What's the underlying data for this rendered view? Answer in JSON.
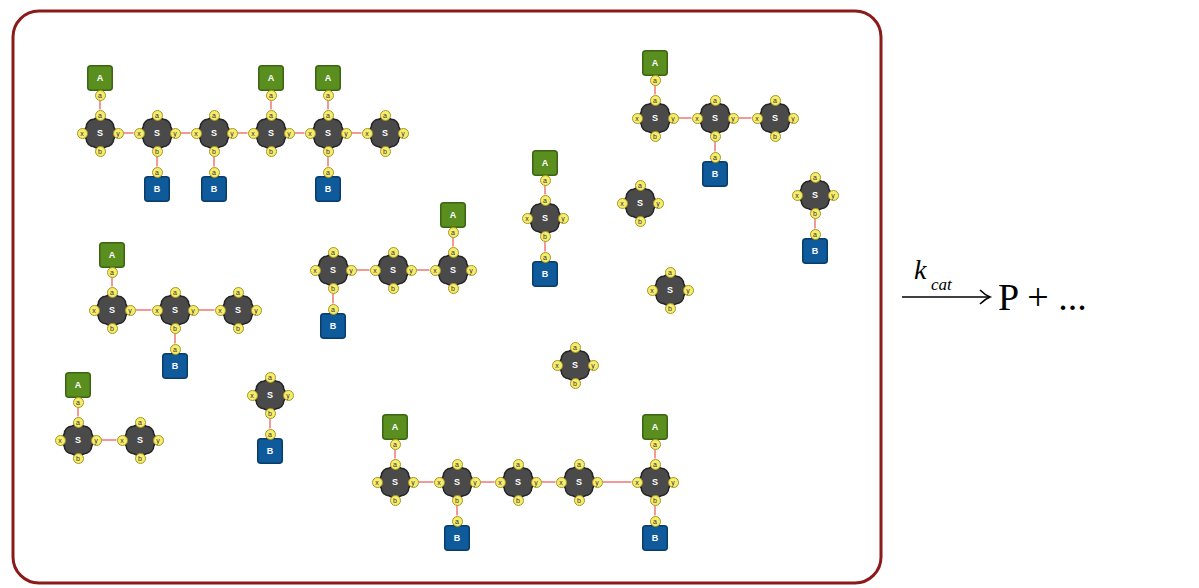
{
  "diagram": {
    "nodes": [
      {
        "text": [
          "A"
        ]
      },
      {
        "text": [
          "a"
        ],
        "in": 0
      },
      {
        "text": [
          "S"
        ]
      },
      {
        "text": [
          "a"
        ],
        "in": 2
      },
      {
        "text": [
          "x"
        ],
        "in": 2
      },
      {
        "text": [
          "y"
        ],
        "in": 2
      },
      {
        "text": [
          "b"
        ],
        "in": 2
      },
      {
        "text": [
          "S"
        ]
      },
      {
        "text": [
          "a"
        ],
        "in": 7
      },
      {
        "text": [
          "x"
        ],
        "in": 7
      },
      {
        "text": [
          "y"
        ],
        "in": 7
      },
      {
        "text": [
          "b"
        ],
        "in": 7
      },
      {
        "text": [
          "B"
        ]
      },
      {
        "text": [
          "a"
        ],
        "in": 12
      },
      {
        "text": [
          "S"
        ]
      },
      {
        "text": [
          "a"
        ],
        "in": 14
      },
      {
        "text": [
          "x"
        ],
        "in": 14
      },
      {
        "text": [
          "y"
        ],
        "in": 14
      },
      {
        "text": [
          "b"
        ],
        "in": 14
      },
      {
        "text": [
          "B"
        ]
      },
      {
        "text": [
          "a"
        ],
        "in": 19
      },
      {
        "text": [
          "A"
        ]
      },
      {
        "text": [
          "a"
        ],
        "in": 21
      },
      {
        "text": [
          "S"
        ]
      },
      {
        "text": [
          "a"
        ],
        "in": 23
      },
      {
        "text": [
          "x"
        ],
        "in": 23
      },
      {
        "text": [
          "y"
        ],
        "in": 23
      },
      {
        "text": [
          "b"
        ],
        "in": 23
      },
      {
        "text": [
          "A"
        ]
      },
      {
        "text": [
          "a"
        ],
        "in": 28
      },
      {
        "text": [
          "S"
        ]
      },
      {
        "text": [
          "a"
        ],
        "in": 30
      },
      {
        "text": [
          "x"
        ],
        "in": 30
      },
      {
        "text": [
          "y"
        ],
        "in": 30
      },
      {
        "text": [
          "b"
        ],
        "in": 30
      },
      {
        "text": [
          "B"
        ]
      },
      {
        "text": [
          "a"
        ],
        "in": 35
      },
      {
        "text": [
          "S"
        ]
      },
      {
        "text": [
          "a"
        ],
        "in": 37
      },
      {
        "text": [
          "x"
        ],
        "in": 37
      },
      {
        "text": [
          "y"
        ],
        "in": 37
      },
      {
        "text": [
          "b"
        ],
        "in": 37
      },
      {
        "text": [
          "A"
        ]
      },
      {
        "text": [
          "a"
        ],
        "in": 42
      },
      {
        "text": [
          "S"
        ]
      },
      {
        "text": [
          "a"
        ],
        "in": 44
      },
      {
        "text": [
          "x"
        ],
        "in": 44
      },
      {
        "text": [
          "y"
        ],
        "in": 44
      },
      {
        "text": [
          "b"
        ],
        "in": 44
      },
      {
        "text": [
          "S"
        ]
      },
      {
        "text": [
          "a"
        ],
        "in": 49
      },
      {
        "text": [
          "x"
        ],
        "in": 49
      },
      {
        "text": [
          "y"
        ],
        "in": 49
      },
      {
        "text": [
          "b"
        ],
        "in": 49
      },
      {
        "text": [
          "B"
        ]
      },
      {
        "text": [
          "a"
        ],
        "in": 54
      },
      {
        "text": [
          "S"
        ]
      },
      {
        "text": [
          "a"
        ],
        "in": 56
      },
      {
        "text": [
          "x"
        ],
        "in": 56
      },
      {
        "text": [
          "y"
        ],
        "in": 56
      },
      {
        "text": [
          "b"
        ],
        "in": 56
      },
      {
        "text": [
          "A"
        ]
      },
      {
        "text": [
          "a"
        ],
        "in": 61
      },
      {
        "text": [
          "S"
        ]
      },
      {
        "text": [
          "a"
        ],
        "in": 63
      },
      {
        "text": [
          "x"
        ],
        "in": 63
      },
      {
        "text": [
          "y"
        ],
        "in": 63
      },
      {
        "text": [
          "b"
        ],
        "in": 63
      },
      {
        "text": [
          "B"
        ]
      },
      {
        "text": [
          "a"
        ],
        "in": 68
      },
      {
        "text": [
          "S"
        ]
      },
      {
        "text": [
          "a"
        ],
        "in": 70
      },
      {
        "text": [
          "x"
        ],
        "in": 70
      },
      {
        "text": [
          "y"
        ],
        "in": 70
      },
      {
        "text": [
          "b"
        ],
        "in": 70
      },
      {
        "text": [
          "S"
        ]
      },
      {
        "text": [
          "a"
        ],
        "in": 75
      },
      {
        "text": [
          "x"
        ],
        "in": 75
      },
      {
        "text": [
          "y"
        ],
        "in": 75
      },
      {
        "text": [
          "b"
        ],
        "in": 75
      },
      {
        "text": [
          "B"
        ]
      },
      {
        "text": [
          "a"
        ],
        "in": 80
      },
      {
        "text": [
          "A"
        ]
      },
      {
        "text": [
          "a"
        ],
        "in": 82
      },
      {
        "text": [
          "S"
        ]
      },
      {
        "text": [
          "a"
        ],
        "in": 84
      },
      {
        "text": [
          "x"
        ],
        "in": 84
      },
      {
        "text": [
          "y"
        ],
        "in": 84
      },
      {
        "text": [
          "b"
        ],
        "in": 84
      },
      {
        "text": [
          "S"
        ]
      },
      {
        "text": [
          "a"
        ],
        "in": 89
      },
      {
        "text": [
          "x"
        ],
        "in": 89
      },
      {
        "text": [
          "y"
        ],
        "in": 89
      },
      {
        "text": [
          "b"
        ],
        "in": 89
      },
      {
        "text": [
          "B"
        ]
      },
      {
        "text": [
          "a"
        ],
        "in": 94
      },
      {
        "text": [
          "S"
        ]
      },
      {
        "text": [
          "a"
        ],
        "in": 96
      },
      {
        "text": [
          "x"
        ],
        "in": 96
      },
      {
        "text": [
          "y"
        ],
        "in": 96
      },
      {
        "text": [
          "b"
        ],
        "in": 96
      },
      {
        "text": [
          "S"
        ]
      },
      {
        "text": [
          "a"
        ],
        "in": 101
      },
      {
        "text": [
          "x"
        ],
        "in": 101
      },
      {
        "text": [
          "y"
        ],
        "in": 101
      },
      {
        "text": [
          "b"
        ],
        "in": 101
      },
      {
        "text": [
          "B"
        ]
      },
      {
        "text": [
          "a"
        ],
        "in": 106
      },
      {
        "text": [
          "S"
        ]
      },
      {
        "text": [
          "a"
        ],
        "in": 108
      },
      {
        "text": [
          "x"
        ],
        "in": 108
      },
      {
        "text": [
          "y"
        ],
        "in": 108
      },
      {
        "text": [
          "b"
        ],
        "in": 108
      },
      {
        "text": [
          "A"
        ]
      },
      {
        "text": [
          "a"
        ],
        "in": 113
      },
      {
        "text": [
          "S"
        ]
      },
      {
        "text": [
          "a"
        ],
        "in": 115
      },
      {
        "text": [
          "x"
        ],
        "in": 115
      },
      {
        "text": [
          "y"
        ],
        "in": 115
      },
      {
        "text": [
          "b"
        ],
        "in": 115
      },
      {
        "text": [
          "S"
        ]
      },
      {
        "text": [
          "a"
        ],
        "in": 120
      },
      {
        "text": [
          "x"
        ],
        "in": 120
      },
      {
        "text": [
          "y"
        ],
        "in": 120
      },
      {
        "text": [
          "b"
        ],
        "in": 120
      },
      {
        "text": [
          "S"
        ]
      },
      {
        "text": [
          "a"
        ],
        "in": 125
      },
      {
        "text": [
          "x"
        ],
        "in": 125
      },
      {
        "text": [
          "y"
        ],
        "in": 125
      },
      {
        "text": [
          "b"
        ],
        "in": 125
      },
      {
        "text": [
          "A"
        ]
      },
      {
        "text": [
          "a"
        ],
        "in": 130
      },
      {
        "text": [
          "S"
        ]
      },
      {
        "text": [
          "a"
        ],
        "in": 132
      },
      {
        "text": [
          "x"
        ],
        "in": 132
      },
      {
        "text": [
          "y"
        ],
        "in": 132
      },
      {
        "text": [
          "b"
        ],
        "in": 132
      },
      {
        "text": [
          "S"
        ]
      },
      {
        "text": [
          "a"
        ],
        "in": 137
      },
      {
        "text": [
          "x"
        ],
        "in": 137
      },
      {
        "text": [
          "y"
        ],
        "in": 137
      },
      {
        "text": [
          "b"
        ],
        "in": 137
      },
      {
        "text": [
          "S"
        ]
      },
      {
        "text": [
          "a"
        ],
        "in": 142
      },
      {
        "text": [
          "x"
        ],
        "in": 142
      },
      {
        "text": [
          "y"
        ],
        "in": 142
      },
      {
        "text": [
          "b"
        ],
        "in": 142
      },
      {
        "text": [
          "B"
        ]
      },
      {
        "text": [
          "a"
        ],
        "in": 147
      },
      {
        "text": [
          "A"
        ]
      },
      {
        "text": [
          "a"
        ],
        "in": 149
      },
      {
        "text": [
          "S"
        ]
      },
      {
        "text": [
          "a"
        ],
        "in": 151
      },
      {
        "text": [
          "x"
        ],
        "in": 151
      },
      {
        "text": [
          "y"
        ],
        "in": 151
      },
      {
        "text": [
          "b"
        ],
        "in": 151
      },
      {
        "text": [
          "S"
        ]
      },
      {
        "text": [
          "a"
        ],
        "in": 156
      },
      {
        "text": [
          "x"
        ],
        "in": 156
      },
      {
        "text": [
          "y"
        ],
        "in": 156
      },
      {
        "text": [
          "b"
        ],
        "in": 156
      },
      {
        "text": [
          "B"
        ]
      },
      {
        "text": [
          "a"
        ],
        "in": 161
      },
      {
        "text": [
          "S"
        ]
      },
      {
        "text": [
          "a"
        ],
        "in": 163
      },
      {
        "text": [
          "x"
        ],
        "in": 163
      },
      {
        "text": [
          "y"
        ],
        "in": 163
      },
      {
        "text": [
          "b"
        ],
        "in": 163
      },
      {
        "text": [
          "S"
        ]
      },
      {
        "text": [
          "a"
        ],
        "in": 168
      },
      {
        "text": [
          "x"
        ],
        "in": 168
      },
      {
        "text": [
          "y"
        ],
        "in": 168
      },
      {
        "text": [
          "b"
        ],
        "in": 168
      },
      {
        "text": [
          "A"
        ]
      },
      {
        "text": [
          "a"
        ],
        "in": 173
      },
      {
        "text": [
          "S"
        ]
      },
      {
        "text": [
          "a"
        ],
        "in": 175
      },
      {
        "text": [
          "x"
        ],
        "in": 175
      },
      {
        "text": [
          "y"
        ],
        "in": 175
      },
      {
        "text": [
          "b"
        ],
        "in": 175
      },
      {
        "text": [
          "B"
        ]
      },
      {
        "text": [
          "a"
        ],
        "in": 180
      }
    ],
    "edges": [
      {
        "from": 1,
        "to": 3,
        "arrow": "none"
      },
      {
        "from": 5,
        "to": 9,
        "arrow": "none"
      },
      {
        "from": 11,
        "to": 13,
        "arrow": "none"
      },
      {
        "from": 10,
        "to": 16,
        "arrow": "none"
      },
      {
        "from": 18,
        "to": 20,
        "arrow": "none"
      },
      {
        "from": 17,
        "to": 25,
        "arrow": "none"
      },
      {
        "from": 22,
        "to": 24,
        "arrow": "none"
      },
      {
        "from": 26,
        "to": 32,
        "arrow": "none"
      },
      {
        "from": 29,
        "to": 31,
        "arrow": "none"
      },
      {
        "from": 34,
        "to": 36,
        "arrow": "none"
      },
      {
        "from": 33,
        "to": 39,
        "arrow": "none"
      },
      {
        "from": 43,
        "to": 45,
        "arrow": "none"
      },
      {
        "from": 47,
        "to": 51,
        "arrow": "none"
      },
      {
        "from": 53,
        "to": 55,
        "arrow": "none"
      },
      {
        "from": 52,
        "to": 58,
        "arrow": "none"
      },
      {
        "from": 62,
        "to": 64,
        "arrow": "none"
      },
      {
        "from": 67,
        "to": 69,
        "arrow": "none"
      },
      {
        "from": 79,
        "to": 81,
        "arrow": "none"
      },
      {
        "from": 83,
        "to": 85,
        "arrow": "none"
      },
      {
        "from": 87,
        "to": 91,
        "arrow": "none"
      },
      {
        "from": 93,
        "to": 95,
        "arrow": "none"
      },
      {
        "from": 92,
        "to": 98,
        "arrow": "none"
      },
      {
        "from": 105,
        "to": 107,
        "arrow": "none"
      },
      {
        "from": 104,
        "to": 110,
        "arrow": "none"
      },
      {
        "from": 111,
        "to": 117,
        "arrow": "none"
      },
      {
        "from": 114,
        "to": 116,
        "arrow": "none"
      },
      {
        "from": 131,
        "to": 133,
        "arrow": "none"
      },
      {
        "from": 135,
        "to": 139,
        "arrow": "none"
      },
      {
        "from": 146,
        "to": 148,
        "arrow": "none"
      },
      {
        "from": 150,
        "to": 152,
        "arrow": "none"
      },
      {
        "from": 154,
        "to": 158,
        "arrow": "none"
      },
      {
        "from": 160,
        "to": 162,
        "arrow": "none"
      },
      {
        "from": 159,
        "to": 165,
        "arrow": "none"
      },
      {
        "from": 166,
        "to": 170,
        "arrow": "none"
      },
      {
        "from": 171,
        "to": 177,
        "arrow": "none"
      },
      {
        "from": 174,
        "to": 176,
        "arrow": "none"
      },
      {
        "from": 179,
        "to": 181,
        "arrow": "none"
      }
    ],
    "labels": [
      "k",
      "cat",
      "P + ..."
    ]
  }
}
